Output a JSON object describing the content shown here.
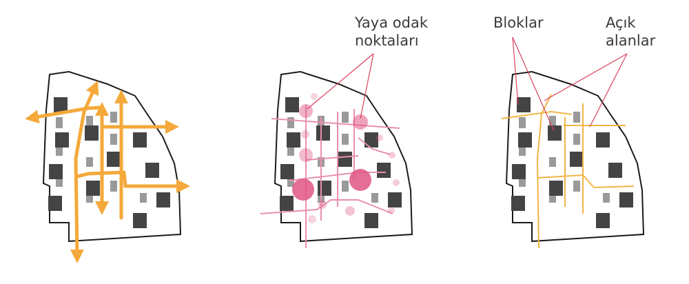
{
  "labels": {
    "pedestrian_focus_line1": "Yaya odak",
    "pedestrian_focus_line2": "noktaları",
    "blocks": "Bloklar",
    "open_areas_line1": "Açık",
    "open_areas_line2": "alanlar"
  },
  "colors": {
    "background": "#ffffff",
    "site_outline": "#1a1a1a",
    "block_dark": "#444444",
    "block_light": "#9a9a9a",
    "circulation_arrows": "#f4a93a",
    "pedestrian_network": "#e88fb0",
    "focus_points": "#e05585",
    "open_area_lines": "#f2b545",
    "leader_lines": "#d9405a"
  },
  "panels": [
    {
      "name": "circulation-diagram"
    },
    {
      "name": "pedestrian-focus-diagram"
    },
    {
      "name": "blocks-and-open-areas-diagram"
    }
  ]
}
